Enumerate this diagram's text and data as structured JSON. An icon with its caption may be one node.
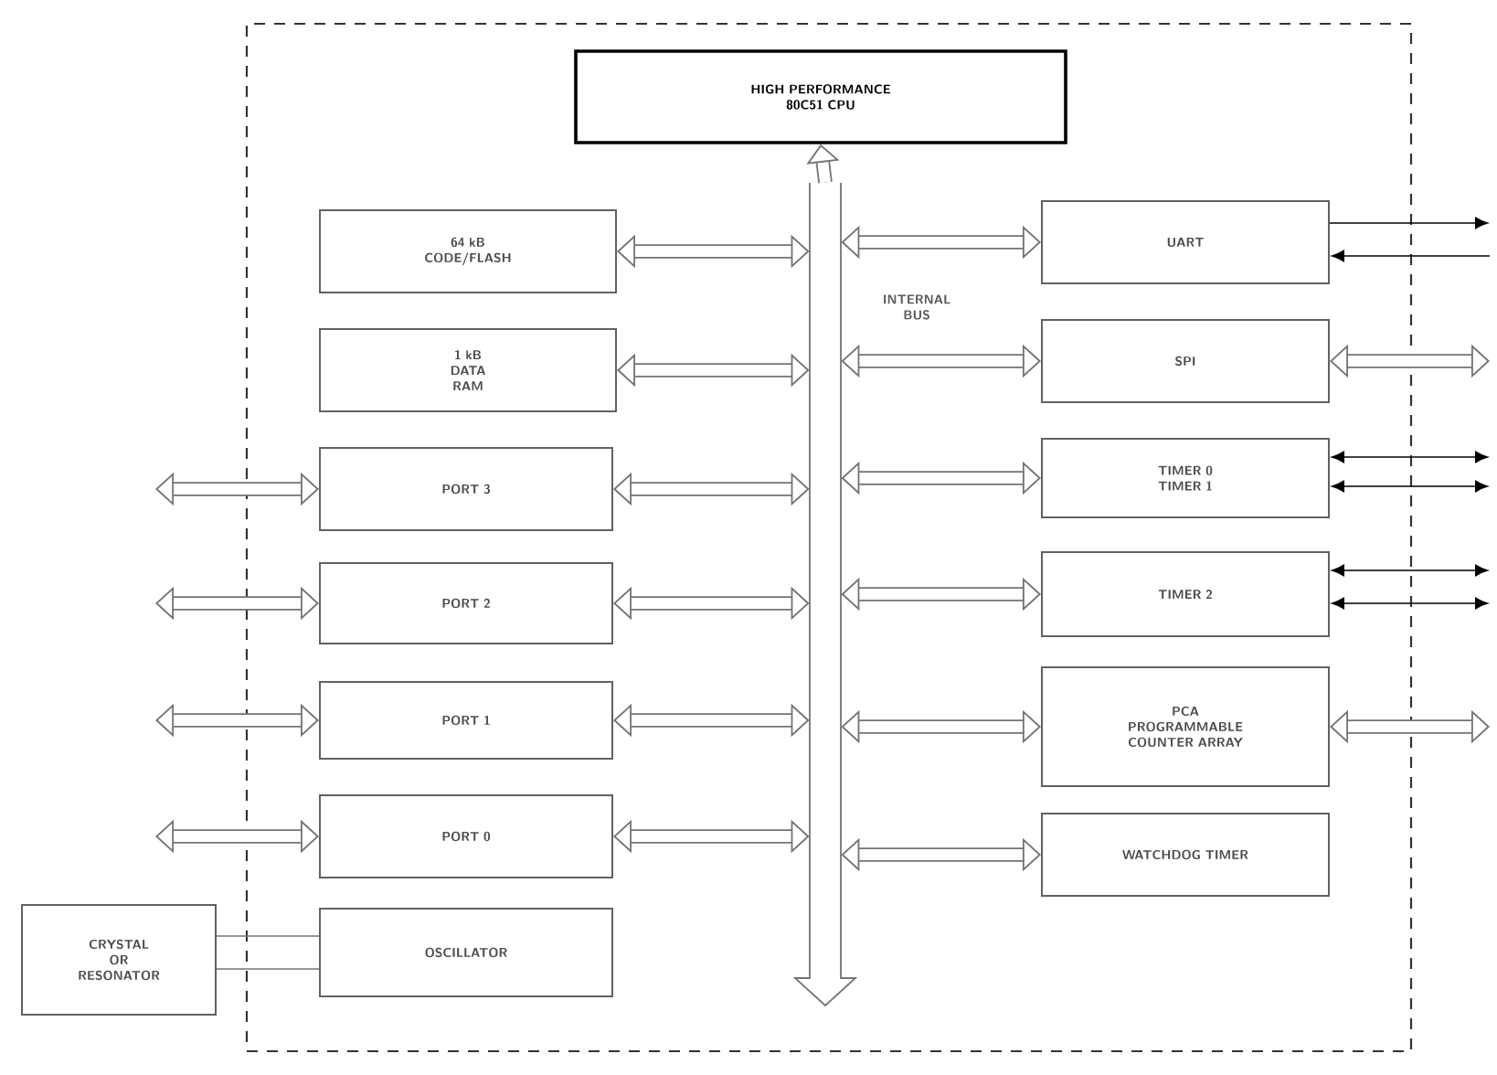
{
  "diagram": {
    "nodes": [
      {
        "text": [],
        "shape": "box"
      },
      {
        "text": [
          "HIGH PERFORMANCE 80C51 CPU"
        ],
        "in": 0
      },
      {
        "text": [],
        "shape": "bar",
        "beside": [
          "INTERNAL BUS"
        ],
        "in": 0
      },
      {
        "text": [
          "64 kB CODE/FLASH"
        ],
        "in": 0
      },
      {
        "text": [
          "1 kB DATA RAM"
        ],
        "in": 0
      },
      {
        "text": [
          "PORT 3"
        ],
        "in": 0
      },
      {
        "text": [
          "PORT 2"
        ],
        "in": 0
      },
      {
        "text": [
          "PORT 1"
        ],
        "in": 0
      },
      {
        "text": [
          "PORT 0"
        ],
        "in": 0
      },
      {
        "text": [
          "OSCILLATOR"
        ],
        "in": 0
      },
      {
        "text": [
          "UART"
        ],
        "in": 0
      },
      {
        "text": [
          "SPI"
        ],
        "in": 0
      },
      {
        "text": [
          "TIMER 0 TIMER 1"
        ],
        "in": 0
      },
      {
        "text": [
          "TIMER 2"
        ],
        "in": 0
      },
      {
        "text": [
          "PCA PROGRAMMABLE COUNTER ARRAY"
        ],
        "in": 0
      },
      {
        "text": [
          "WATCHDOG TIMER"
        ],
        "in": 0
      },
      {
        "text": [
          "CRYSTAL OR RESONATOR"
        ]
      }
    ],
    "edges": [
      {
        "from": 2,
        "to": 1,
        "arrow": "to"
      },
      {
        "from": 3,
        "to": 2,
        "arrow": "both"
      },
      {
        "from": 4,
        "to": 2,
        "arrow": "both"
      },
      {
        "from": 5,
        "to": 2,
        "arrow": "both"
      },
      {
        "from": 6,
        "to": 2,
        "arrow": "both"
      },
      {
        "from": 7,
        "to": 2,
        "arrow": "both"
      },
      {
        "from": 8,
        "to": 2,
        "arrow": "both"
      },
      {
        "from": 2,
        "to": 10,
        "arrow": "both"
      },
      {
        "from": 2,
        "to": 11,
        "arrow": "both"
      },
      {
        "from": 2,
        "to": 12,
        "arrow": "both"
      },
      {
        "from": 2,
        "to": 13,
        "arrow": "both"
      },
      {
        "from": 2,
        "to": 14,
        "arrow": "both"
      },
      {
        "from": 2,
        "to": 15,
        "arrow": "both"
      },
      {
        "from": null,
        "to": 5,
        "arrow": "both"
      },
      {
        "from": null,
        "to": 6,
        "arrow": "both"
      },
      {
        "from": null,
        "to": 7,
        "arrow": "both"
      },
      {
        "from": null,
        "to": 8,
        "arrow": "both"
      },
      {
        "from": 10,
        "to": null,
        "arrow": "to",
        "color": "#000000"
      },
      {
        "from": null,
        "to": 10,
        "arrow": "to",
        "color": "#000000"
      },
      {
        "from": 11,
        "to": null,
        "arrow": "both"
      },
      {
        "from": 12,
        "to": null,
        "arrow": "both",
        "color": "#000000"
      },
      {
        "from": 12,
        "to": null,
        "arrow": "both",
        "color": "#000000"
      },
      {
        "from": 13,
        "to": null,
        "arrow": "both",
        "color": "#000000"
      },
      {
        "from": 13,
        "to": null,
        "arrow": "both",
        "color": "#000000"
      },
      {
        "from": 14,
        "to": null,
        "arrow": "both"
      },
      {
        "from": 16,
        "to": 9,
        "arrow": "none"
      },
      {
        "from": 16,
        "to": 9,
        "arrow": "none"
      }
    ]
  }
}
